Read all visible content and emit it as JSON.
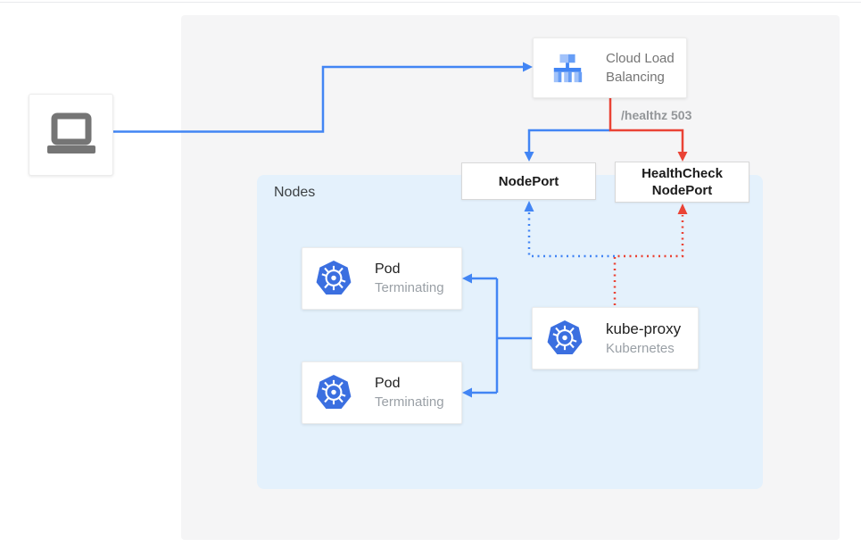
{
  "panels": {
    "nodes": {
      "label": "Nodes"
    }
  },
  "client": {
    "icon": "laptop"
  },
  "cloud_load_balancing": {
    "label": "Cloud Load Balancing"
  },
  "edge_labels": {
    "healthz": "/healthz 503"
  },
  "nodeport": {
    "label": "NodePort"
  },
  "healthcheck_nodeport": {
    "label": "HealthCheck NodePort"
  },
  "pods": [
    {
      "title": "Pod",
      "subtitle": "Terminating"
    },
    {
      "title": "Pod",
      "subtitle": "Terminating"
    }
  ],
  "kube_proxy": {
    "title": "kube-proxy",
    "subtitle": "Kubernetes"
  },
  "colors": {
    "line_blue": "#4285f4",
    "line_red": "#ea4335",
    "nodes_panel_bg": "#e4f1fc",
    "outer_panel_bg": "#f5f5f6",
    "kubernetes_logo_blue": "#3b6fe0",
    "icon_gray": "#757575"
  }
}
